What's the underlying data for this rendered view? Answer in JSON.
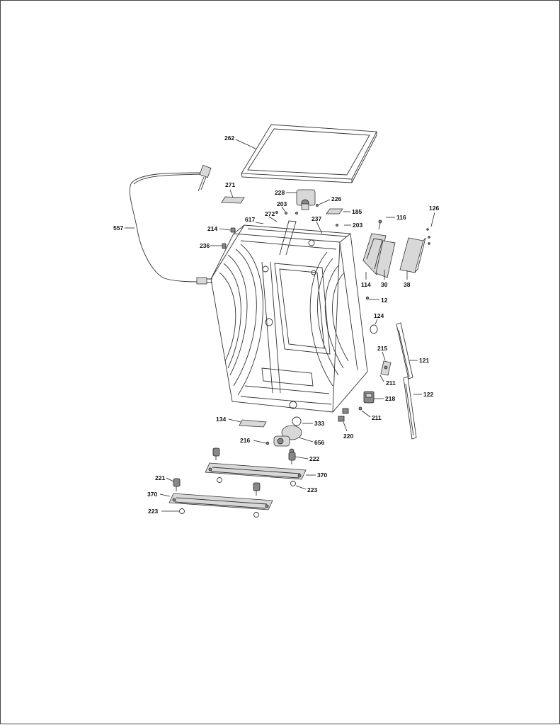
{
  "diagram": {
    "labels": {
      "cord_557": "557",
      "top_262": "262",
      "label_271": "271",
      "valve_228": "228",
      "screw_226": "226",
      "screw_203a": "203",
      "rail_272": "272",
      "label_185": "185",
      "screw_203b": "203",
      "bolt_237": "237",
      "clip_617": "617",
      "clip_214": "214",
      "clip_236": "236",
      "bracket_116": "116",
      "screws_126": "126",
      "board_114": "114",
      "board_30": "30",
      "module_38": "38",
      "screw_12": "12",
      "ring_124": "124",
      "switch_215": "215",
      "rail_121": "121",
      "screw_211a": "211",
      "rail_122": "122",
      "block_218": "218",
      "screw_211b": "211",
      "foot_220": "220",
      "bracket_134": "134",
      "clamp_333": "333",
      "screw_216": "216",
      "pump_656": "656",
      "foot_222": "222",
      "base_370a": "370",
      "nut_223a": "223",
      "foot_221": "221",
      "base_370b": "370",
      "nut_223b": "223"
    }
  }
}
